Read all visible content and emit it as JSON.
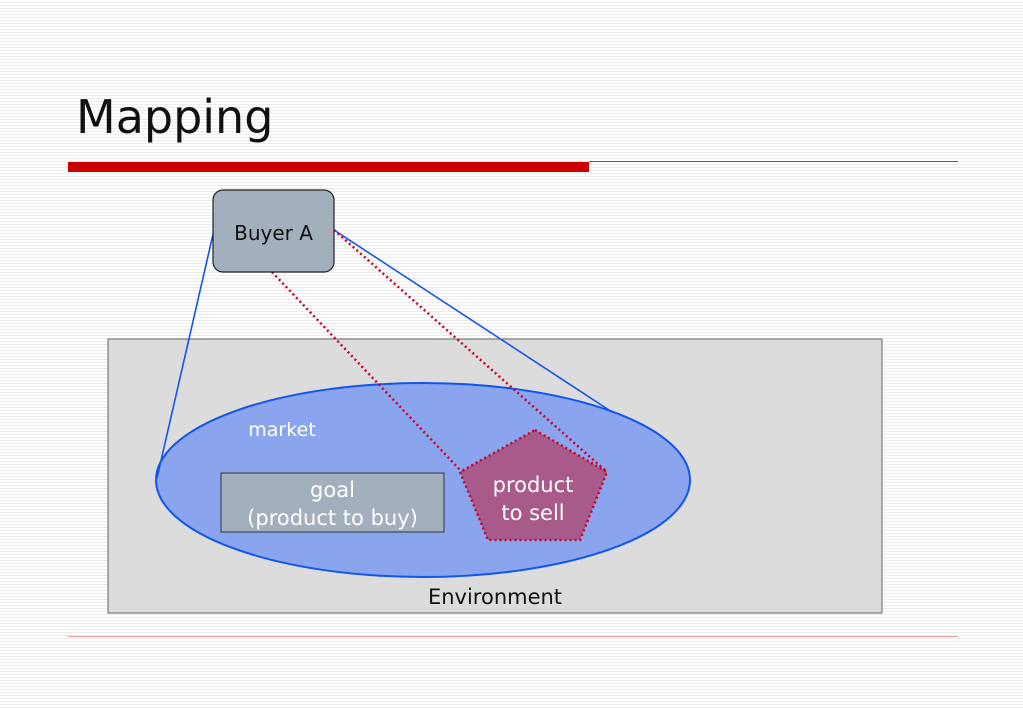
{
  "slide": {
    "title": "Mapping"
  },
  "diagram": {
    "buyer": {
      "label": "Buyer A"
    },
    "market": {
      "label": "market"
    },
    "goal": {
      "line1": "goal",
      "line2": "(product to buy)"
    },
    "product": {
      "line1": "product",
      "line2": "to sell"
    },
    "environment": {
      "label": "Environment"
    }
  },
  "colors": {
    "accent_red": "#cc0000",
    "ellipse_fill": "#8aa5ee",
    "ellipse_stroke": "#1155ee",
    "buyer_fill": "#a3afbd",
    "goal_fill": "#a3afbd",
    "pentagon_fill": "#a85a8a",
    "dotted_red": "#cc0022",
    "environment_fill": "#dcdcdc"
  }
}
